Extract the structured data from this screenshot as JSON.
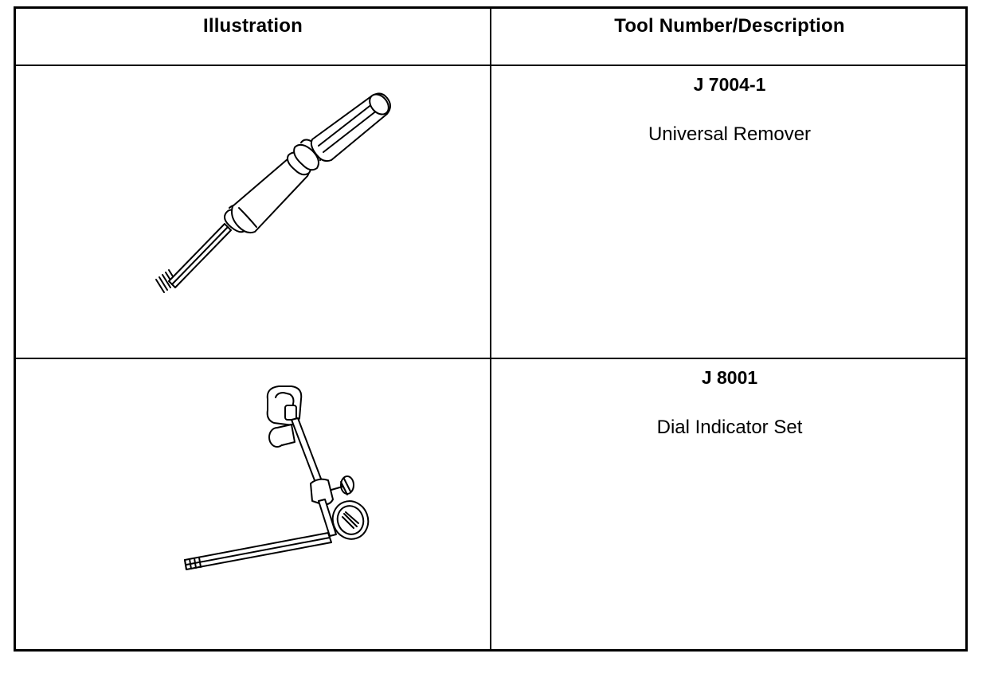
{
  "table": {
    "headers": {
      "illustration": "Illustration",
      "tool": "Tool Number/Description"
    },
    "rows": [
      {
        "tool_number": "J 7004-1",
        "description": "Universal Remover",
        "icon": "slide-hammer-icon"
      },
      {
        "tool_number": "J 8001",
        "description": "Dial Indicator Set",
        "icon": "dial-indicator-icon"
      }
    ]
  }
}
